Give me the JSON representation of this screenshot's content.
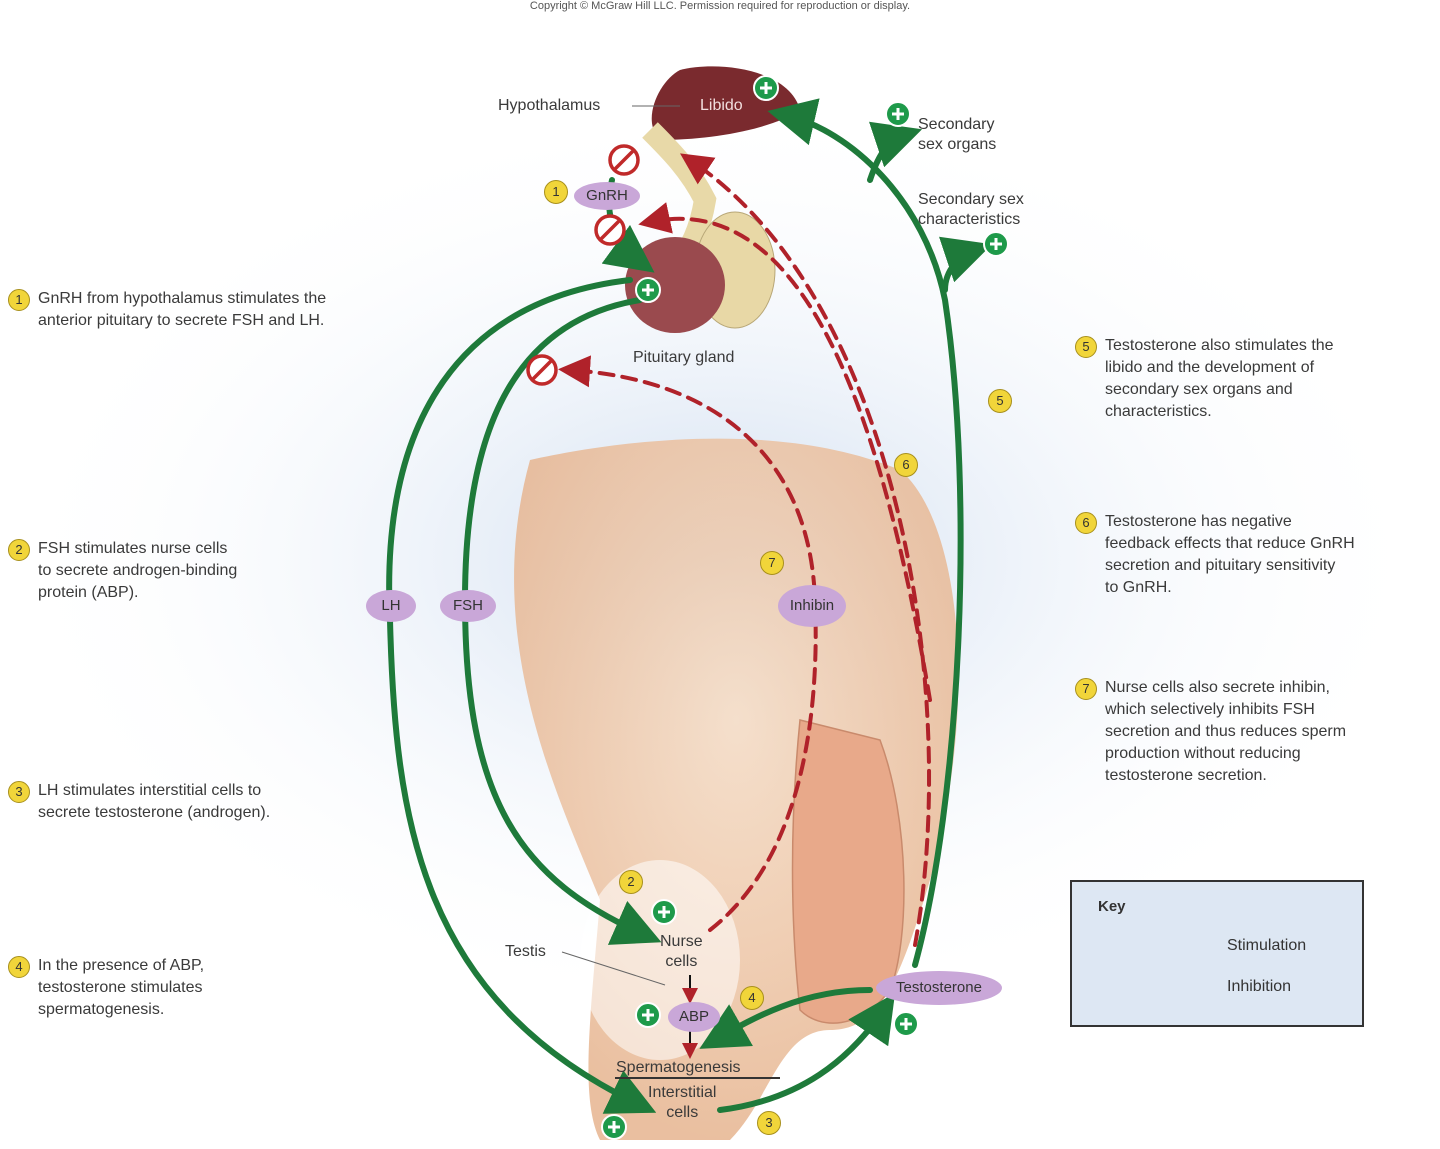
{
  "copyright": "Copyright © McGraw Hill LLC. Permission required for reproduction or display.",
  "steps": [
    {
      "num": "1",
      "text": "GnRH from hypothalamus stimulates the\nanterior pituitary to secrete FSH and LH."
    },
    {
      "num": "2",
      "text": "FSH stimulates nurse cells\nto secrete androgen-binding\nprotein (ABP)."
    },
    {
      "num": "3",
      "text": "LH stimulates interstitial cells to\nsecrete testosterone (androgen)."
    },
    {
      "num": "4",
      "text": "In the presence of ABP,\ntestosterone stimulates\nspermatogenesis."
    },
    {
      "num": "5",
      "text": "Testosterone also stimulates the\nlibido and the development of\nsecondary sex organs and\ncharacteristics."
    },
    {
      "num": "6",
      "text": "Testosterone has negative\nfeedback effects that reduce GnRH\nsecretion and pituitary sensitivity\nto GnRH."
    },
    {
      "num": "7",
      "text": "Nurse cells also secrete inhibin,\nwhich selectively inhibits FSH\nsecretion and thus reduces sperm\nproduction without reducing\ntestosterone secretion."
    }
  ],
  "labels": {
    "hypothalamus": "Hypothalamus",
    "libido": "Libido",
    "secondary_sex_organs": "Secondary\nsex organs",
    "secondary_sex_characteristics": "Secondary sex\ncharacteristics",
    "pituitary_gland": "Pituitary gland",
    "testis": "Testis",
    "nurse_cells": "Nurse\ncells",
    "spermatogenesis": "Spermatogenesis",
    "interstitial_cells": "Interstitial\ncells"
  },
  "hormones": {
    "gnrh": "GnRH",
    "lh": "LH",
    "fsh": "FSH",
    "inhibin": "Inhibin",
    "abp": "ABP",
    "testosterone": "Testosterone"
  },
  "diagram_badges": {
    "gnrh": "1",
    "nurse_cells": "2",
    "interstitial": "3",
    "abp": "4",
    "testosterone_path": "5",
    "feedback": "6",
    "inhibin": "7"
  },
  "key": {
    "title": "Key",
    "stimulation": "Stimulation",
    "inhibition": "Inhibition"
  },
  "colors": {
    "stimulation": "#1e7a3a",
    "inhibition": "#b0222a",
    "hormone_pill": "#c9a7d8",
    "step_badge": "#f1d53a"
  }
}
